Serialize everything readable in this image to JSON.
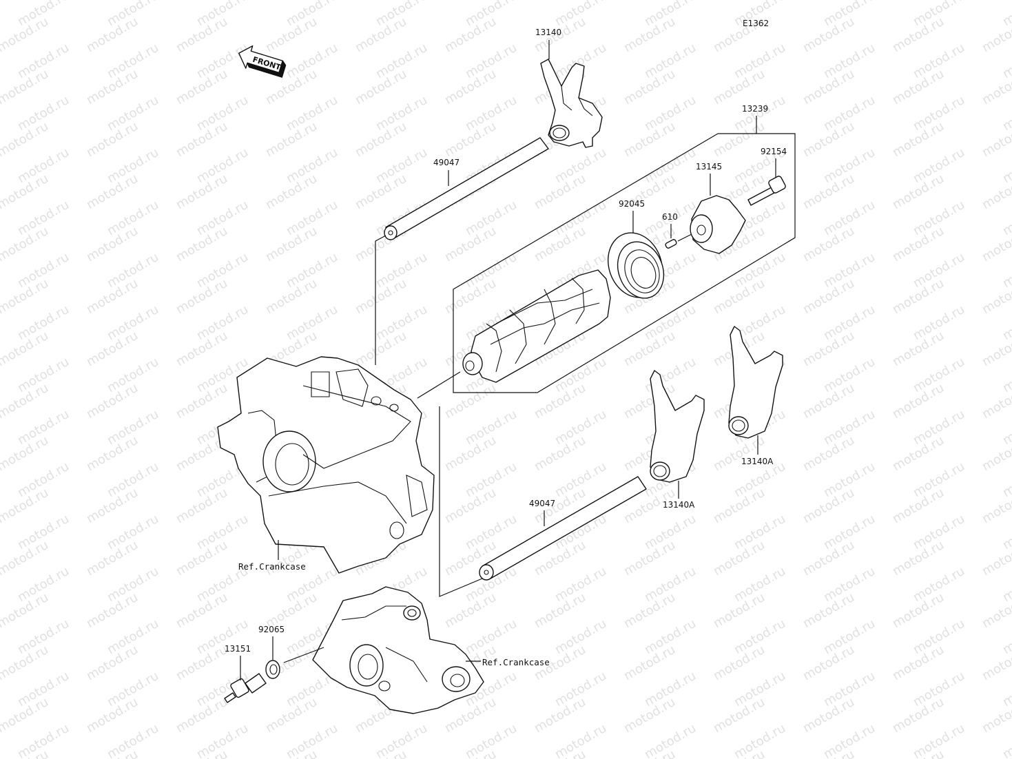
{
  "diagram_code": "E1362",
  "front_arrow_label": "FRONT",
  "watermark": "motod.ru",
  "parts": [
    {
      "id": "13140",
      "label": "13140"
    },
    {
      "id": "13239",
      "label": "13239"
    },
    {
      "id": "49047_top",
      "label": "49047"
    },
    {
      "id": "92154",
      "label": "92154"
    },
    {
      "id": "13145",
      "label": "13145"
    },
    {
      "id": "92045",
      "label": "92045"
    },
    {
      "id": "610",
      "label": "610"
    },
    {
      "id": "13140A_right",
      "label": "13140A"
    },
    {
      "id": "13140A_left",
      "label": "13140A"
    },
    {
      "id": "49047_bottom",
      "label": "49047"
    },
    {
      "id": "92065",
      "label": "92065"
    },
    {
      "id": "13151",
      "label": "13151"
    }
  ],
  "references": [
    {
      "id": "ref_crankcase_upper",
      "label": "Ref.Crankcase"
    },
    {
      "id": "ref_crankcase_lower",
      "label": "Ref.Crankcase"
    }
  ]
}
